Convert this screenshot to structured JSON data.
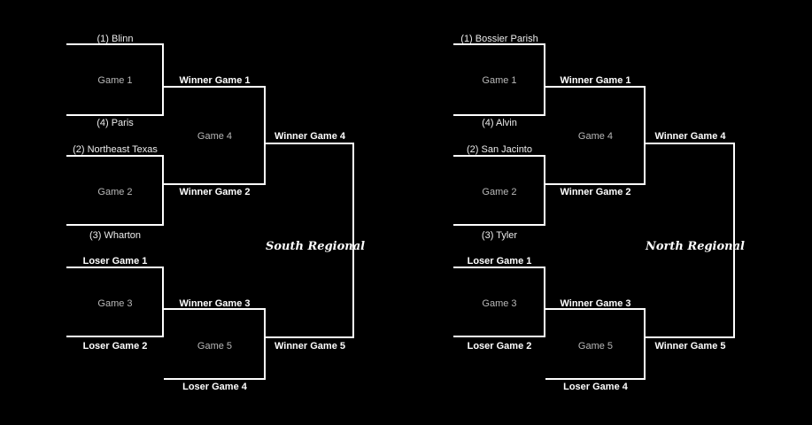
{
  "colors": {
    "background": "#000000",
    "line": "#ffffff",
    "game_label": "#b8b8b8",
    "team_label": "#ececec",
    "slot_label": "#ffffff"
  },
  "brackets": [
    {
      "region_label": "South Regional",
      "teams": {
        "seed1": "(1) Blinn",
        "seed4": "(4) Paris",
        "seed2": "(2) Northeast Texas",
        "seed3": "(3) Wharton"
      },
      "games": {
        "game1": "Game 1",
        "game2": "Game 2",
        "game3": "Game 3",
        "game4": "Game 4",
        "game5": "Game 5"
      },
      "slots": {
        "winner_game1": "Winner Game 1",
        "winner_game2": "Winner Game 2",
        "winner_game3": "Winner Game 3",
        "winner_game4": "Winner Game 4",
        "winner_game5": "Winner Game 5",
        "loser_game1": "Loser Game 1",
        "loser_game2": "Loser Game 2",
        "loser_game4": "Loser Game 4"
      }
    },
    {
      "region_label": "North Regional",
      "teams": {
        "seed1": "(1) Bossier Parish",
        "seed4": "(4) Alvin",
        "seed2": "(2) San Jacinto",
        "seed3": "(3) Tyler"
      },
      "games": {
        "game1": "Game 1",
        "game2": "Game 2",
        "game3": "Game 3",
        "game4": "Game 4",
        "game5": "Game 5"
      },
      "slots": {
        "winner_game1": "Winner Game 1",
        "winner_game2": "Winner Game 2",
        "winner_game3": "Winner Game 3",
        "winner_game4": "Winner Game 4",
        "winner_game5": "Winner Game 5",
        "loser_game1": "Loser Game 1",
        "loser_game2": "Loser Game 2",
        "loser_game4": "Loser Game 4"
      }
    }
  ]
}
